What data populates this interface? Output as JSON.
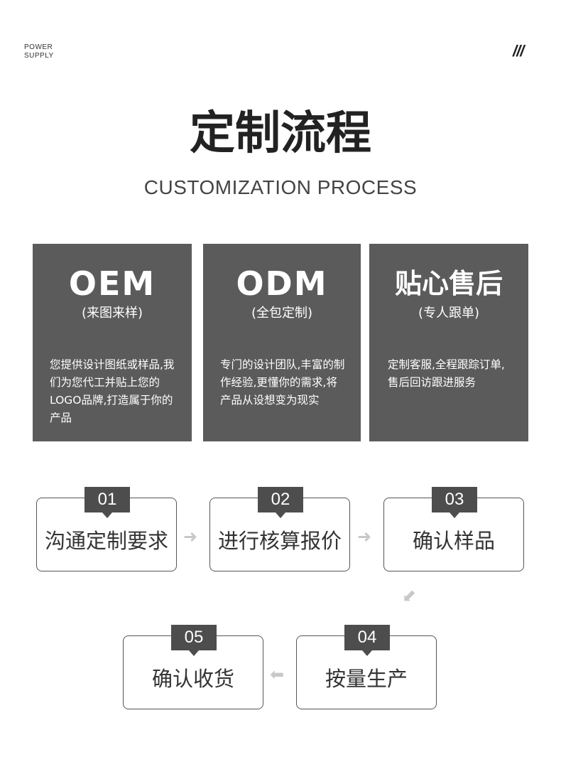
{
  "brand": {
    "line1": "POWER",
    "line2": "SUPPLY"
  },
  "decoration": {
    "slashes": "///"
  },
  "header": {
    "title": "定制流程",
    "subtitle": "CUSTOMIZATION PROCESS"
  },
  "cards": [
    {
      "title": "OEM",
      "subtitle": "(来图来样)",
      "description": "您提供设计图纸或样品,我们为您代工并贴上您的LOGO品牌,打造属于你的产品"
    },
    {
      "title": "ODM",
      "subtitle": "(全包定制)",
      "description": "专门的设计团队,丰富的制作经验,更懂你的需求,将产品从设想变为现实"
    },
    {
      "title": "贴心售后",
      "subtitle": "(专人跟单)",
      "description": "定制客服,全程跟踪订单,售后回访跟进服务"
    }
  ],
  "steps": [
    {
      "number": "01",
      "label": "沟通定制要求"
    },
    {
      "number": "02",
      "label": "进行核算报价"
    },
    {
      "number": "03",
      "label": "确认样品"
    },
    {
      "number": "04",
      "label": "按量生产"
    },
    {
      "number": "05",
      "label": "确认收货"
    }
  ],
  "arrows": {
    "right": "➜",
    "down_left": "⬋",
    "left": "⬅"
  },
  "colors": {
    "card_background": "#5b5b5b",
    "step_badge": "#4d4d4d",
    "step_border": "#555555",
    "arrow": "#c8c8c8"
  }
}
